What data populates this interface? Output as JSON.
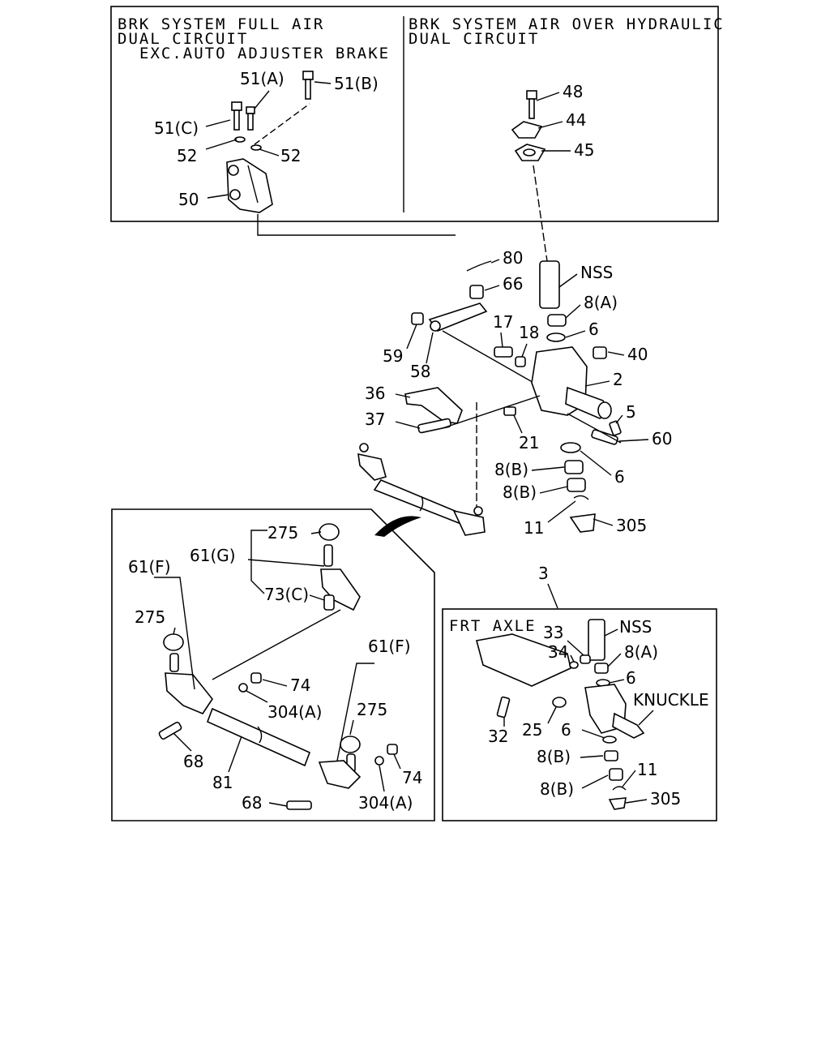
{
  "panels": {
    "full_air": {
      "title_line1": "BRK SYSTEM FULL AIR",
      "title_line2": "DUAL CIRCUIT",
      "title_line3": "EXC.AUTO ADJUSTER BRAKE"
    },
    "air_over_hydraulic": {
      "title_line1": "BRK SYSTEM AIR OVER HYDRAULIC",
      "title_line2": "DUAL CIRCUIT"
    },
    "frt_axle": {
      "title": "FRT AXLE",
      "knuckle_label": "KNUCKLE"
    }
  },
  "callouts": {
    "c51a": "51(A)",
    "c51b": "51(B)",
    "c51c": "51(C)",
    "c52a": "52",
    "c52b": "52",
    "c50": "50",
    "c48": "48",
    "c44": "44",
    "c45": "45",
    "c80": "80",
    "c66": "66",
    "cnss1": "NSS",
    "c8a1": "8(A)",
    "c6a": "6",
    "c40": "40",
    "c17": "17",
    "c18": "18",
    "c59": "59",
    "c58": "58",
    "c2": "2",
    "c36": "36",
    "c5": "5",
    "c37": "37",
    "c21": "21",
    "c60": "60",
    "c6b": "6",
    "c8b1": "8(B)",
    "c8b2": "8(B)",
    "c11a": "11",
    "c305a": "305",
    "c275a": "275",
    "c61g": "61(G)",
    "c61f1": "61(F)",
    "c73c": "73(C)",
    "c275b": "275",
    "c74a": "74",
    "c304a1": "304(A)",
    "c61f2": "61(F)",
    "c275c": "275",
    "c68a": "68",
    "c81": "81",
    "c74b": "74",
    "c68b": "68",
    "c304a2": "304(A)",
    "c3": "3",
    "c33": "33",
    "cnss2": "NSS",
    "c34": "34",
    "c8a2": "8(A)",
    "c6c": "6",
    "c32": "32",
    "c25": "25",
    "c6d": "6",
    "c8b3": "8(B)",
    "c11b": "11",
    "c8b4": "8(B)",
    "c305b": "305"
  }
}
